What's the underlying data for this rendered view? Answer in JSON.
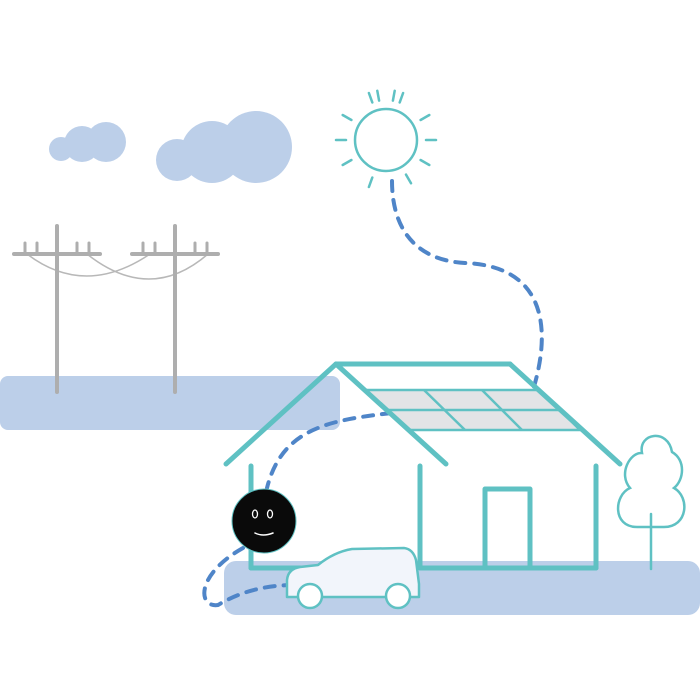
{
  "scene": {
    "elements": [
      "clouds",
      "sun",
      "power-lines",
      "house",
      "solar-panels",
      "tree",
      "battery-smiley",
      "car",
      "energy-flow-path"
    ]
  },
  "colors": {
    "background": "#ffffff",
    "ground": "#bccfe9",
    "cloud": "#bccfe9",
    "teal": "#5fc1c3",
    "flow": "#4f85c8",
    "pole": "#aeaeae",
    "wire": "#b8b8b8",
    "panel": "#e2e4e6",
    "battery": "#0a0a0a",
    "car_fill": "#f2f5fb"
  }
}
